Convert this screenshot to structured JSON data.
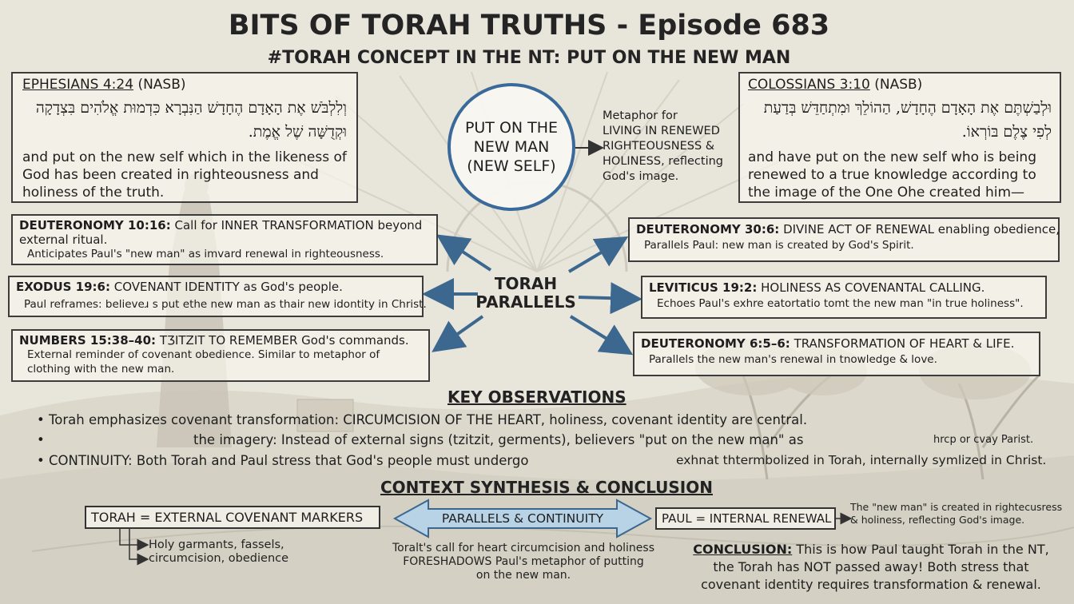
{
  "header": {
    "title": "BITS OF TORAH TRUTHS - Episode 683",
    "subtitle": "#TORAH CONCEPT IN THE NT: PUT ON THE NEW MAN"
  },
  "ephesians": {
    "ref": "EPHESIANS 4:24",
    "version": "(NASB)",
    "hebrew": "וְלִלְבֹּשׁ אֶת הָאָדָם הֶחָדָשׁ הַנִּבְרָא כִּדְמוּת אֱלֹהִים בִּצְדָקָה וּקְדֻשָּׁה שֶׁל אֱמֶת.",
    "english": "and put on the new self  which in the likeness of God has been created in righteousness and holiness of the truth."
  },
  "colossians": {
    "ref": "COLOSSIANS 3:10",
    "version": "(NASB)",
    "hebrew": "וּלְבַשְׁתֶּם אֶת הָאָדָם הֶחָדָשׁ, הַהוֹלֵךְ וּמִתְחַדֵּשׁ בְּדַעַת לְפִי צֶלֶם בּוֹרְאוֹ.",
    "english": "and have put on the new self who is being renewed to a true knowledge according to the image of the One Ohe created him—"
  },
  "center": {
    "circle_lines": [
      "PUT ON THE",
      "NEW MAN",
      "(NEW SELF)"
    ],
    "metaphor_lines": [
      "Metaphor for",
      "LIVING IN RENEWED",
      "RIGHTEOUSNESS &",
      "HOLINESS, reflecting",
      "God's image."
    ],
    "parallels_lines": [
      "TORAH",
      "PARALLELS"
    ]
  },
  "parallels_left": [
    {
      "head_bold": "DEUTERONOMY 10:16:",
      "head_rest": " Call for INNER TRANSFORMATION beyond",
      "head_cont": "external ritual.",
      "sub": [
        "Anticipates Paul's \"new man\" as imvard renewal in righteousness."
      ]
    },
    {
      "head_bold": "EXODUS 19:6:",
      "head_rest": " COVENANT IDENTITY as God's people.",
      "head_cont": "",
      "sub": [
        "Paul reframes: believeɹ s put ethe new man as thair new idontity in Christ."
      ]
    },
    {
      "head_bold": "NUMBERS 15:38–40:",
      "head_rest": " TƷITZIT TO REMEMBER God's commands.",
      "head_cont": "",
      "sub": [
        "External reminder of covenant obedience. Similar to metaphor of",
        "clothing with the new man."
      ]
    }
  ],
  "parallels_right": [
    {
      "head_bold": "DEUTERONOMY 30:6:",
      "head_rest": " DIVINE ACT OF RENEWAL enabling obedience,",
      "sub": [
        "Parallels Paul: new man is created by God's Spirit."
      ]
    },
    {
      "head_bold": "LEVITICUS 19:2:",
      "head_rest": " HOLINESS AS COVENANTAL CALLING.",
      "sub": [
        "Echoes Paul's exhre eatortatio tomt the new man \"in true holiness\"."
      ]
    },
    {
      "head_bold": "DEUTERONOMY 6:5–6:",
      "head_rest": " TRANSFORMATION OF HEART & LIFE.",
      "sub": [
        "Parallels the new man's renewal in tnowledge & love."
      ]
    }
  ],
  "observations": {
    "title": "KEY OBSERVATIONS",
    "line1": "• Torah emphasizes covenant transformation: CIRCUMCISION OF THE HEART, holiness, covenant identity are central.",
    "line2a": "•",
    "line2b": "the imagery: Instead of external signs (tzitzit, germents), believers \"put on the new man\" as",
    "line2c": "hrcp or cvay Parist.",
    "line3a": "• CONTINUITY: Both Torah and Paul stress that God's people must undergo",
    "line3b": "exhnat thtermbolized in Torah, internally symlized in Christ."
  },
  "synthesis": {
    "title": "CONTEXT SYNTHESIS & CONCLUSION",
    "torah_marker": "TORAH = EXTERNAL COVENANT MARKERS",
    "torah_items": [
      "Holy garmants, fassels,",
      "circumcision, obedience"
    ],
    "middle_label": "PARALLELS & CONTINUITY",
    "middle_text": [
      "Toralt's call for heart circumcision and holiness",
      "FORESHADOWS Paul's metaphor of putting",
      "on the new man."
    ],
    "paul_marker": "PAUL = INTERNAL RENEWAL",
    "paul_text": [
      "The \"new man\" is created in rightecusress",
      "& holiness, reflecting God's image."
    ],
    "conclusion_label": "CONCLUSION:",
    "conclusion_lines": [
      " This is how Paul taught Torah in the NT,",
      "the Torah has NOT passed away!  Both stress that",
      "covenant identity requires transformation & renewal."
    ]
  },
  "colors": {
    "accent_blue": "#3a6a9a",
    "arrow_fill": "#b9d3e6",
    "ink": "#1e1e1e"
  }
}
